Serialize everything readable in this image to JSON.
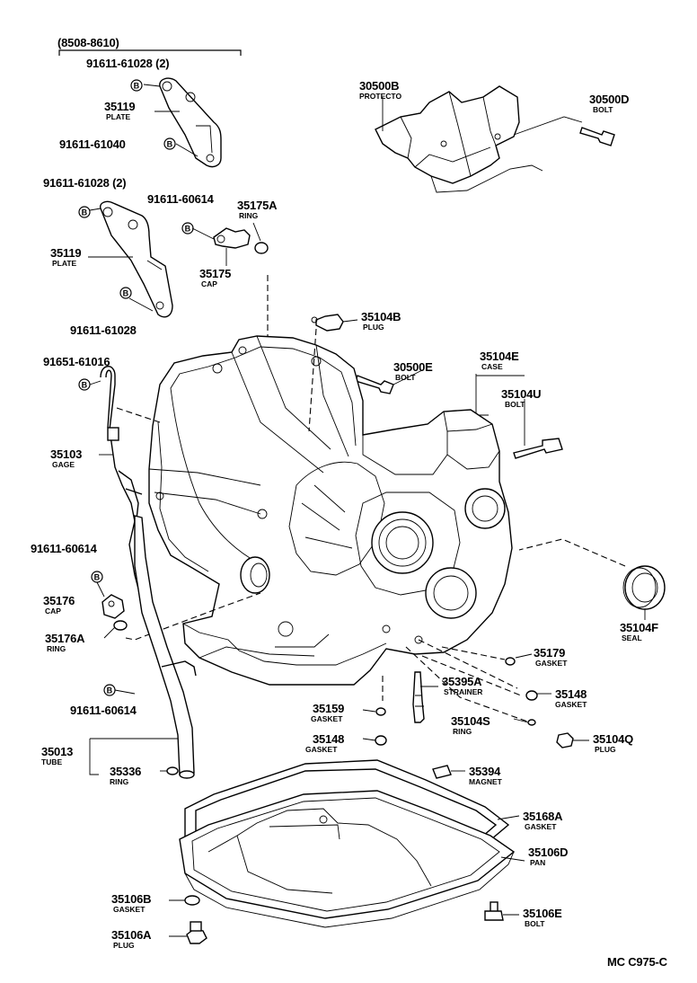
{
  "labels": {
    "date_range": "(8508-8610)",
    "bolt_91611_61028_top": "91611-61028 (2)",
    "plate_35119_top": "35119",
    "plate_35119_top_sub": "PLATE",
    "bolt_91611_61040": "91611-61040",
    "bolt_91611_61028_mid": "91611-61028 (2)",
    "bolt_91611_60614_top": "91611-60614",
    "ring_35175A": "35175A",
    "ring_35175A_sub": "RING",
    "plate_35119_mid": "35119",
    "plate_35119_mid_sub": "PLATE",
    "cap_35175": "35175",
    "cap_35175_sub": "CAP",
    "bolt_91611_61028_bottom": "91611-61028",
    "protector_30500B": "30500B",
    "protector_30500B_sub": "PROTECTO",
    "bolt_30500D": "30500D",
    "bolt_30500D_sub": "BOLT",
    "plug_35104B": "35104B",
    "plug_35104B_sub": "PLUG",
    "bolt_91651_61016": "91651-61016",
    "bolt_30500E": "30500E",
    "bolt_30500E_sub": "BOLT",
    "case_35104E": "35104E",
    "case_35104E_sub": "CASE",
    "bolt_35104U": "35104U",
    "bolt_35104U_sub": "BOLT",
    "gage_35103": "35103",
    "gage_35103_sub": "GAGE",
    "bolt_91611_60614_mid": "91611-60614",
    "cap_35176": "35176",
    "cap_35176_sub": "CAP",
    "ring_35176A": "35176A",
    "ring_35176A_sub": "RING",
    "seal_35104F": "35104F",
    "seal_35104F_sub": "SEAL",
    "gasket_35179": "35179",
    "gasket_35179_sub": "GASKET",
    "strainer_35395A": "35395A",
    "strainer_35395A_sub": "STRAINER",
    "bolt_91611_60614_bottom": "91611-60614",
    "gasket_35159": "35159",
    "gasket_35159_sub": "GASKET",
    "gasket_35148_right": "35148",
    "gasket_35148_right_sub": "GASKET",
    "ring_35104S": "35104S",
    "ring_35104S_sub": "RING",
    "gasket_35148_left": "35148",
    "gasket_35148_left_sub": "GASKET",
    "plug_35104Q": "35104Q",
    "plug_35104Q_sub": "PLUG",
    "tube_35013": "35013",
    "tube_35013_sub": "TUBE",
    "ring_35336": "35336",
    "ring_35336_sub": "RING",
    "magnet_35394": "35394",
    "magnet_35394_sub": "MAGNET",
    "gasket_35168A": "35168A",
    "gasket_35168A_sub": "GASKET",
    "pan_35106D": "35106D",
    "pan_35106D_sub": "PAN",
    "gasket_35106B": "35106B",
    "gasket_35106B_sub": "GASKET",
    "bolt_35106E": "35106E",
    "bolt_35106E_sub": "BOLT",
    "plug_35106A": "35106A",
    "plug_35106A_sub": "PLUG",
    "figure_code": "MC C975-C"
  },
  "badge_letter": "B"
}
